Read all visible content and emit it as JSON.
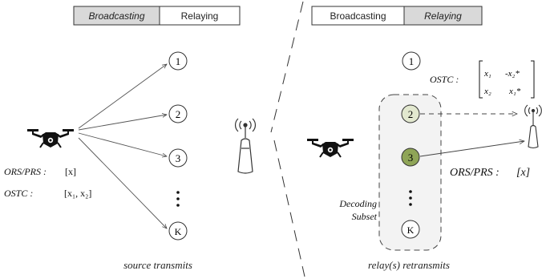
{
  "left_panel": {
    "header": {
      "active_label": "Broadcasting",
      "inactive_label": "Relaying"
    },
    "nodes": [
      "1",
      "2",
      "3",
      "K"
    ],
    "equations": [
      {
        "label": "ORS/PRS :",
        "value": "[x]"
      },
      {
        "label": "OSTC :",
        "value": "[x₁, x₂]"
      }
    ],
    "caption": "source transmits"
  },
  "right_panel": {
    "header": {
      "inactive_label": "Broadcasting",
      "active_label": "Relaying"
    },
    "nodes": [
      "1",
      "2",
      "3",
      "K"
    ],
    "ostc_label": "OSTC :",
    "ostc_matrix": [
      [
        "x₁",
        "-x₂*"
      ],
      [
        "x₂",
        "x₁*"
      ]
    ],
    "ors_label": "ORS/PRS :",
    "ors_value": "[x]",
    "decoding_subset": [
      "Decoding",
      "Subset"
    ],
    "caption": "relay(s) retransmits"
  },
  "colors": {
    "header_active": "#d9d9d9",
    "node2_fill": "#e2e8cf",
    "node3_fill": "#8fa557",
    "subset_fill": "#f3f3f3"
  }
}
